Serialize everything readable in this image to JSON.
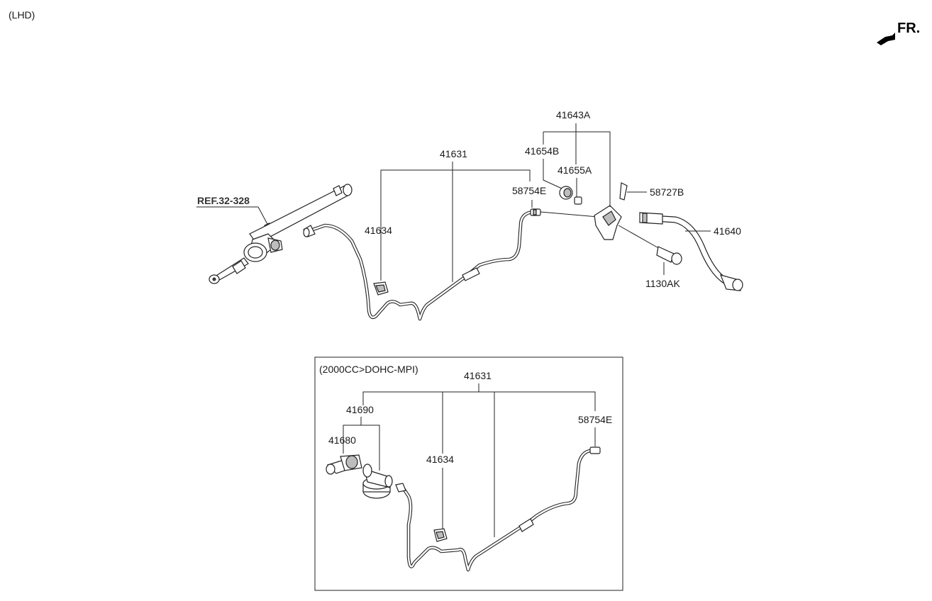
{
  "header": {
    "variant": "(LHD)",
    "direction": "FR."
  },
  "main_assembly": {
    "ref_label": "REF.32-328",
    "labels": {
      "tube_assembly": "41631",
      "tube_clip": "41634",
      "connector_a": "58754E",
      "hose_kit": "41643A",
      "grommet": "41654B",
      "seal": "41655A",
      "retainer_clip": "58727B",
      "clutch_hose": "41640",
      "bolt": "1130AK"
    }
  },
  "inset": {
    "title": "(2000CC>DOHC-MPI)",
    "labels": {
      "tube_assembly": "41631",
      "release_cylinder_assy": "41690",
      "release_cylinder": "41680",
      "tube_clip": "41634",
      "connector": "58754E"
    }
  }
}
